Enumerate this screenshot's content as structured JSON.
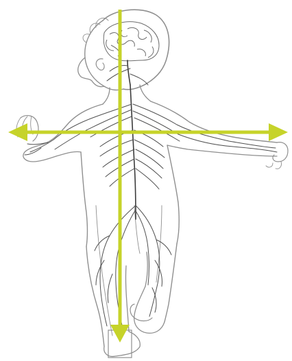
{
  "figure": {
    "subject": "child-nervous-system-sketch-icon",
    "background_color": "#ffffff",
    "line_color": "#8f8f8f",
    "nerve_color": "#4f4f4f"
  },
  "arrows": {
    "color": "#c6d32a",
    "directions": [
      "down",
      "left",
      "right"
    ]
  }
}
